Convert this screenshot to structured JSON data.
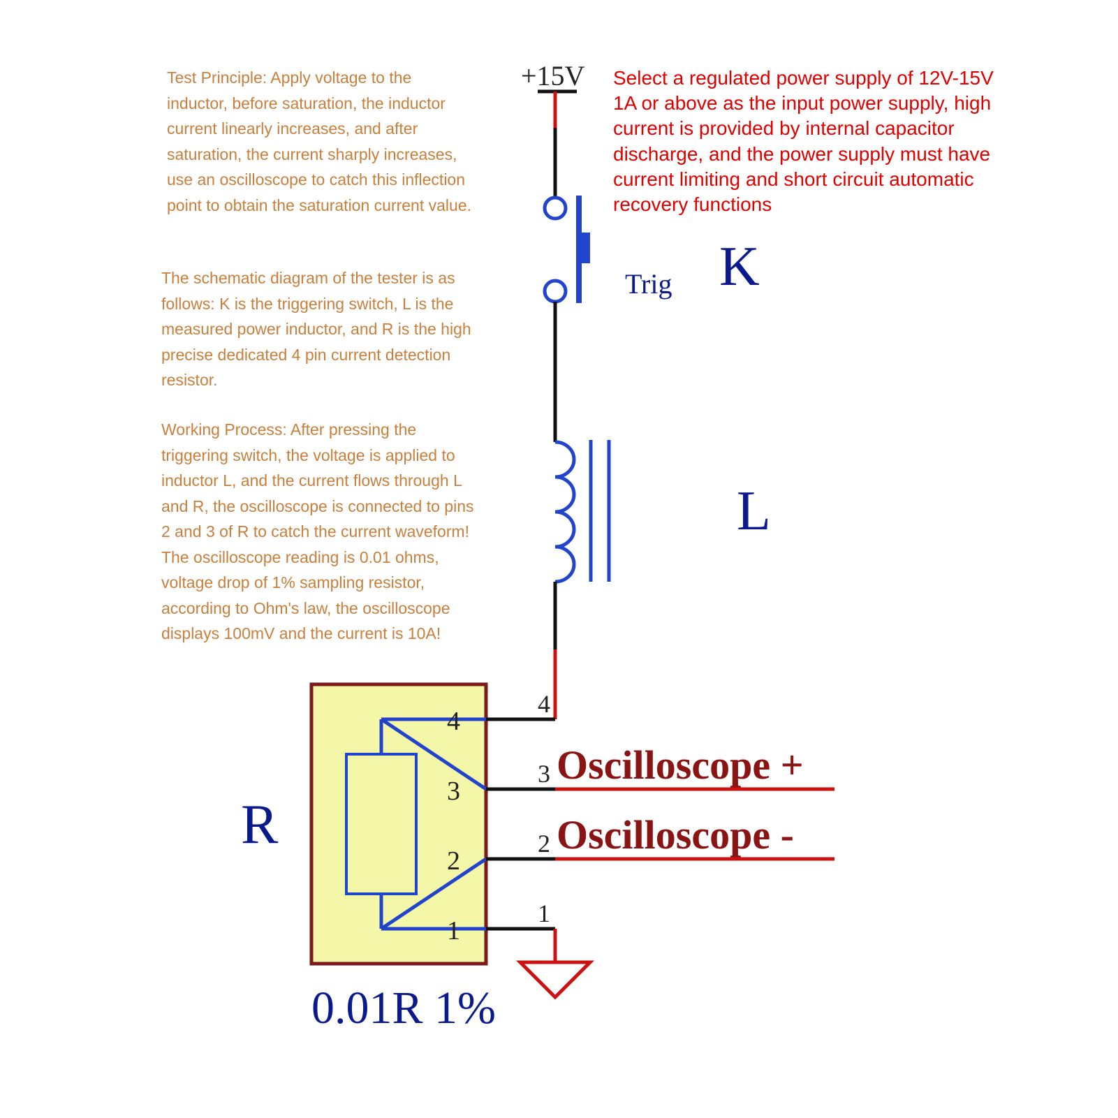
{
  "texts": {
    "test_principle": "Test Principle: Apply voltage to the\ninductor, before saturation, the inductor\ncurrent linearly increases, and after\nsaturation, the current sharply increases,\nuse an oscilloscope to catch this inflection\npoint to obtain the saturation current value.",
    "schematic_description": "The schematic diagram of the tester is as\nfollows: K is the triggering switch, L is the\nmeasured power inductor, and R is the high\nprecise dedicated 4 pin current detection\nresistor.",
    "working_process": "Working Process: After pressing the\ntriggering switch, the voltage is applied to\ninductor L, and the current flows through L\nand R, the oscilloscope is connected to pins\n2 and 3 of R to catch the current waveform!\nThe oscilloscope reading is 0.01 ohms,\nvoltage drop of 1% sampling resistor,\naccording to Ohm's law, the oscilloscope\ndisplays 100mV and the current is 10A!",
    "power_supply_note": "Select a regulated power supply of 12V-15V\n1A or above as the input power supply, high\ncurrent is provided by internal capacitor\ndischarge, and the power supply must have\ncurrent limiting and short circuit automatic\nrecovery functions"
  },
  "labels": {
    "supply": "+15V",
    "trig": "Trig",
    "switch": "K",
    "inductor": "L",
    "resistor": "R",
    "resistor_value": "0.01R 1%",
    "osc_plus": "Oscilloscope +",
    "osc_minus": "Oscilloscope -",
    "pin_inner": [
      "4",
      "3",
      "2",
      "1"
    ],
    "pin_outer": [
      "4",
      "3",
      "2",
      "1"
    ]
  },
  "colors": {
    "annotation_text": "#c87f3c",
    "warning_text": "#e00000",
    "schematic_blue": "#2244cc",
    "label_navy": "#0a1a8c",
    "wire_black": "#111111",
    "wire_red": "#cc1111",
    "resistor_fill": "#f5f7a8",
    "resistor_border": "#7a1a1a"
  }
}
